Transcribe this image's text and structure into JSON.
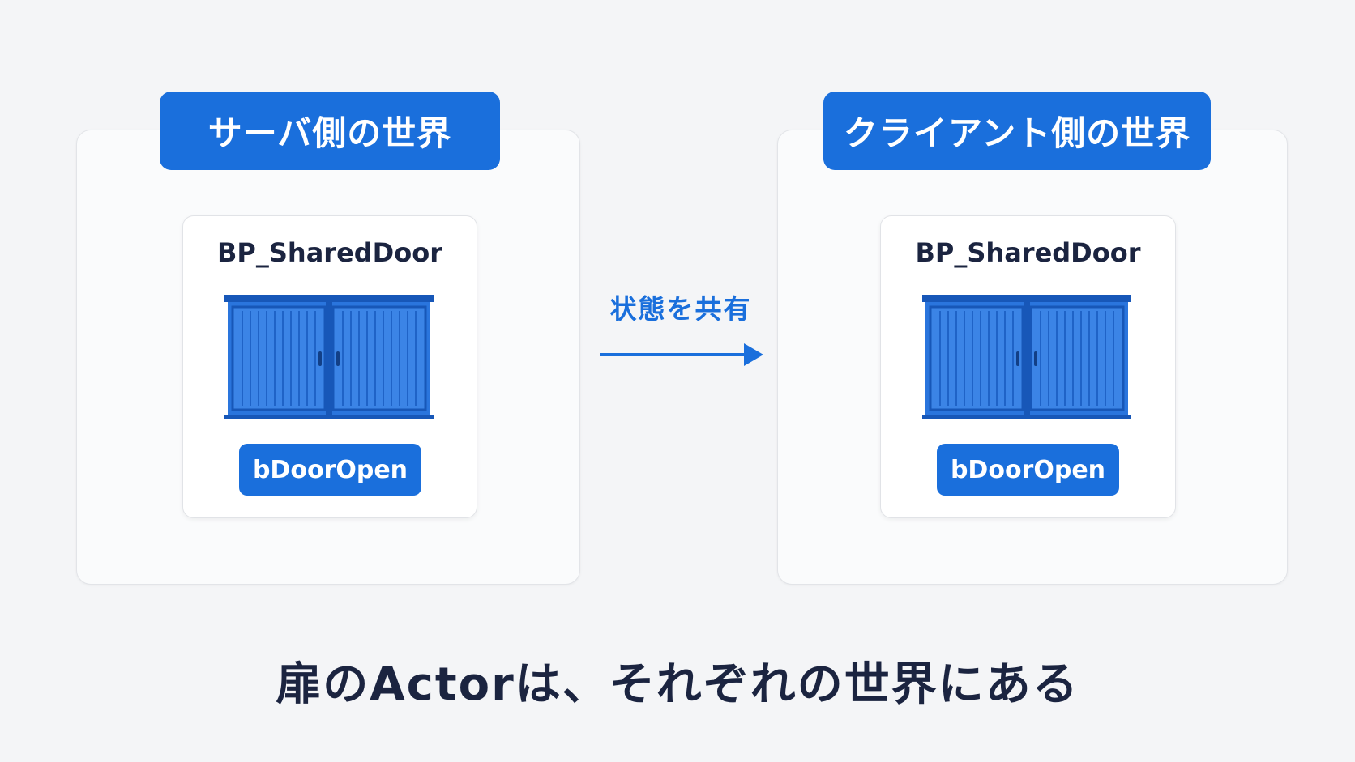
{
  "server_world": {
    "title": "サーバ側の世界",
    "actor": {
      "name": "BP_SharedDoor",
      "variable": "bDoorOpen",
      "icon": "door-icon"
    }
  },
  "client_world": {
    "title": "クライアント側の世界",
    "actor": {
      "name": "BP_SharedDoor",
      "variable": "bDoorOpen",
      "icon": "door-icon"
    }
  },
  "replication": {
    "label": "状態を共有",
    "icon": "arrow-right-icon"
  },
  "caption": "扉のActorは、それぞれの世界にある",
  "colors": {
    "accent": "#1a6fdc",
    "text": "#1b2440",
    "background": "#f4f5f7"
  }
}
